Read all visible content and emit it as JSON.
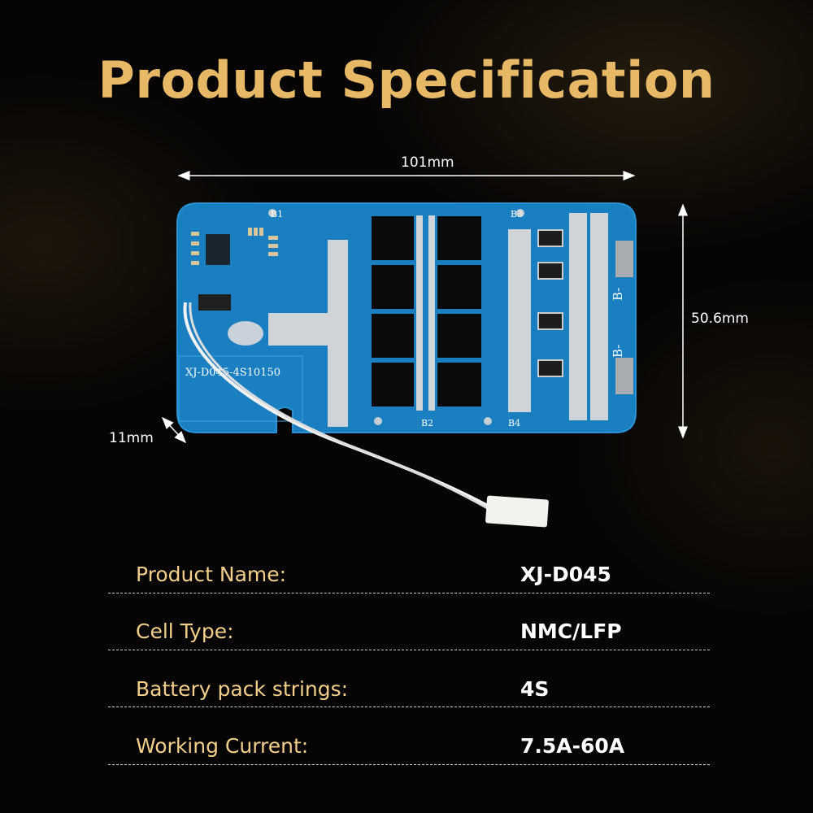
{
  "title": "Product Specification",
  "dimensions": {
    "length": "101mm",
    "width": "50.6mm",
    "thickness": "11mm"
  },
  "pcb": {
    "silkscreen": "XJ-D045-4S10150",
    "pads": [
      "B1",
      "B2",
      "B3",
      "B4"
    ],
    "terminals": [
      "B-",
      "B-"
    ]
  },
  "specs": [
    {
      "label": "Product Name:",
      "value": "XJ-D045"
    },
    {
      "label": "Cell Type:",
      "value": "NMC/LFP"
    },
    {
      "label": "Battery pack strings:",
      "value": "4S"
    },
    {
      "label": "Working Current:",
      "value": "7.5A-60A"
    }
  ],
  "colors": {
    "title": "#e7b866",
    "label": "#f3cf8c",
    "pcb": "#1a7fc0"
  }
}
